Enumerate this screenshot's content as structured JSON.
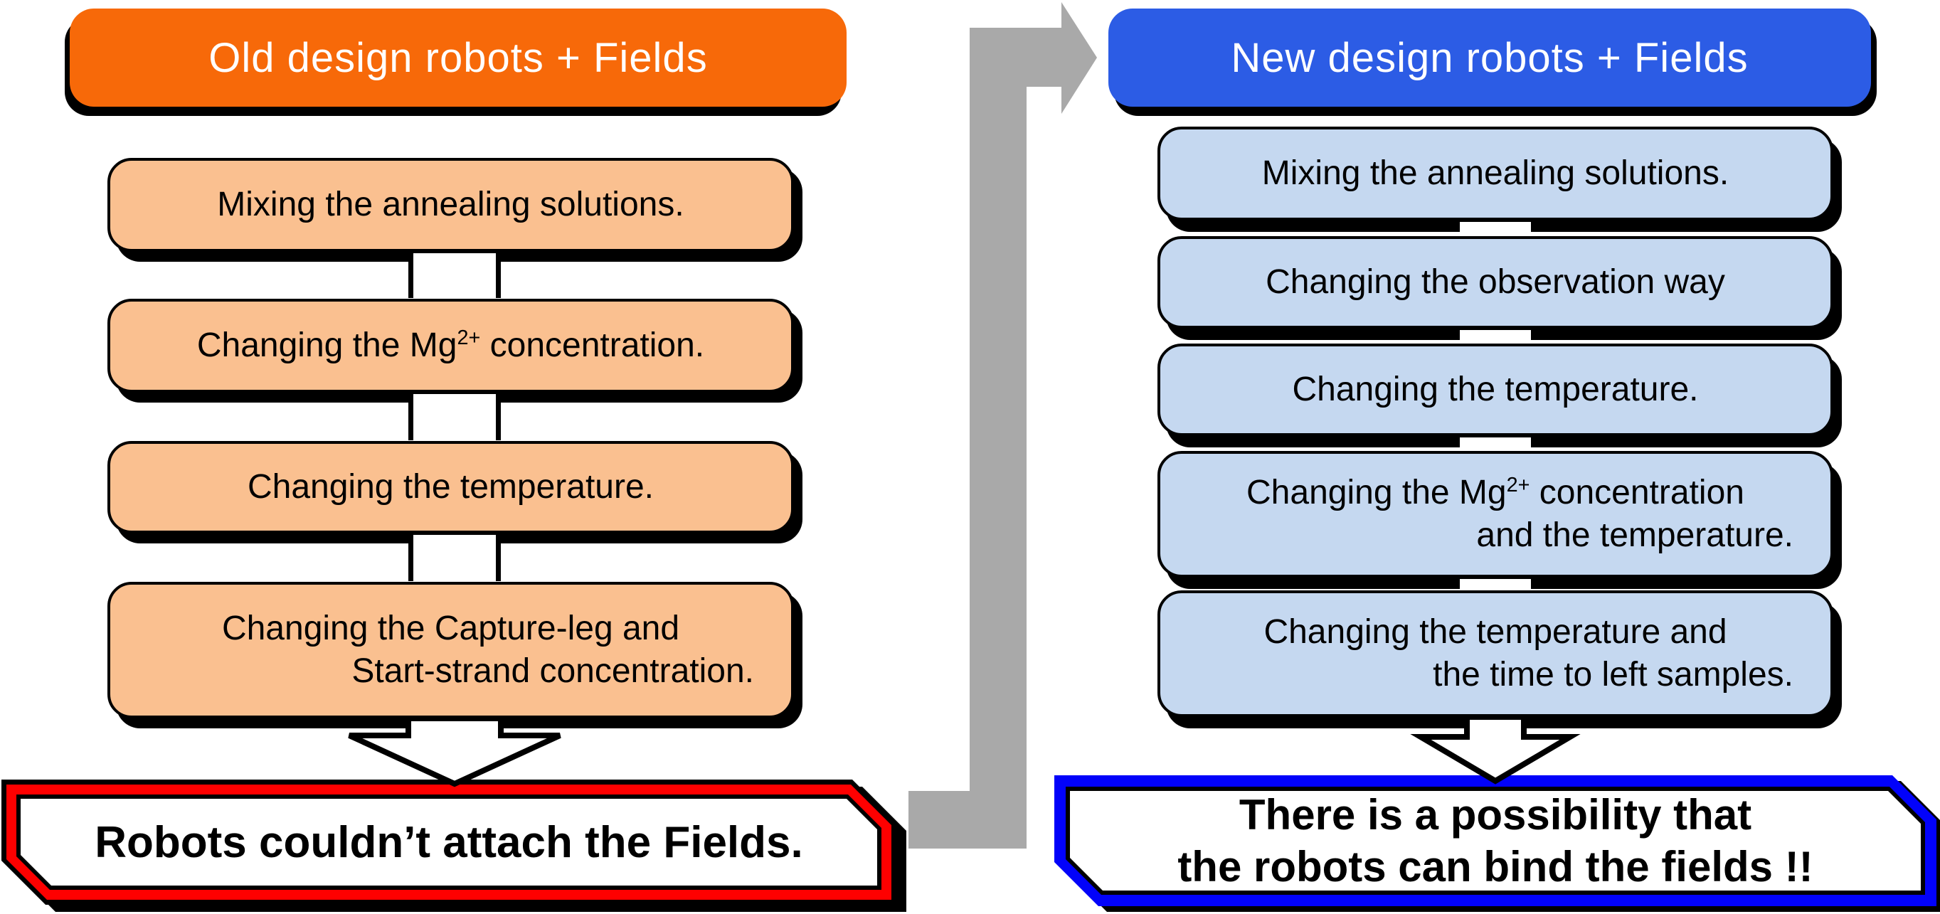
{
  "colors": {
    "orange": "#f76909",
    "light_orange": "#fac090",
    "blue": "#2c5ce5",
    "light_blue": "#c5d8f0",
    "gray_arrow": "#a9a9a9",
    "red_border": "#fe0000",
    "blue_border": "#0202fa",
    "shadow": "#000000",
    "box_text": "#000000",
    "header_text": "#ffffff"
  },
  "left": {
    "header": "Old design robots + Fields",
    "steps": [
      {
        "text": "Mixing the annealing solutions."
      },
      {
        "pre": "Changing the Mg",
        "sup": "2+",
        "post": " concentration."
      },
      {
        "text": "Changing the temperature."
      },
      {
        "line1": "Changing the Capture-leg and",
        "line2": "Start-strand concentration."
      }
    ],
    "result": "Robots couldn’t attach the Fields."
  },
  "right": {
    "header": "New design robots + Fields",
    "steps": [
      {
        "text": "Mixing the annealing solutions."
      },
      {
        "text": "Changing the observation way"
      },
      {
        "text": "Changing the temperature."
      },
      {
        "pre": "Changing the Mg",
        "sup": "2+",
        "post": " concentration",
        "line2": "and the temperature."
      },
      {
        "line1": "Changing the temperature and",
        "line2": "the time to left samples."
      }
    ],
    "result_line1": "There is a possibility that",
    "result_line2": "the robots can bind the fields !!"
  }
}
